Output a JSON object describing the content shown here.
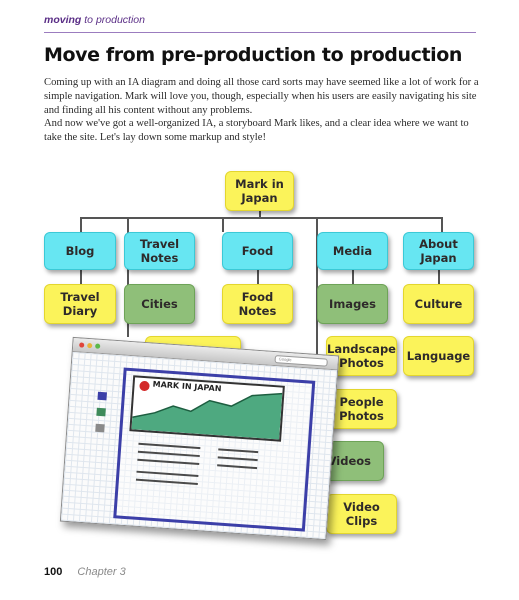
{
  "header": {
    "section": "moving",
    "subsection": "to production"
  },
  "title": "Move from pre-production to production",
  "paragraphs": [
    "Coming up with an IA diagram and doing all those card sorts may have seemed like a lot of work for a simple navigation. Mark will love you, though, especially when his users are easily navigating his site and finding all his content without any problems.",
    "And now we've got a well-organized IA, a storyboard Mark likes, and a clear idea where we want to take the site. Let's lay down some markup and style!"
  ],
  "diagram": {
    "root": "Mark in Japan",
    "nav": [
      "Blog",
      "Travel Notes",
      "Food",
      "Media",
      "About Japan"
    ],
    "level2": [
      "Travel Diary",
      "Cities",
      "Food Notes",
      "Images",
      "Culture"
    ],
    "media_children": [
      "Landscape Photos",
      "People Photos",
      "Videos",
      "Video Clips"
    ],
    "about_children": [
      "Language"
    ]
  },
  "mockup": {
    "browser_search_placeholder": "Google",
    "sketch_title": "MARK IN JAPAN"
  },
  "colors": {
    "yellow_box": "#fbf35a",
    "cyan_box": "#67e6f2",
    "green_box": "#8fbf79",
    "header_accent": "#5a2e86"
  },
  "footer": {
    "page_number": "100",
    "chapter": "Chapter 3"
  }
}
